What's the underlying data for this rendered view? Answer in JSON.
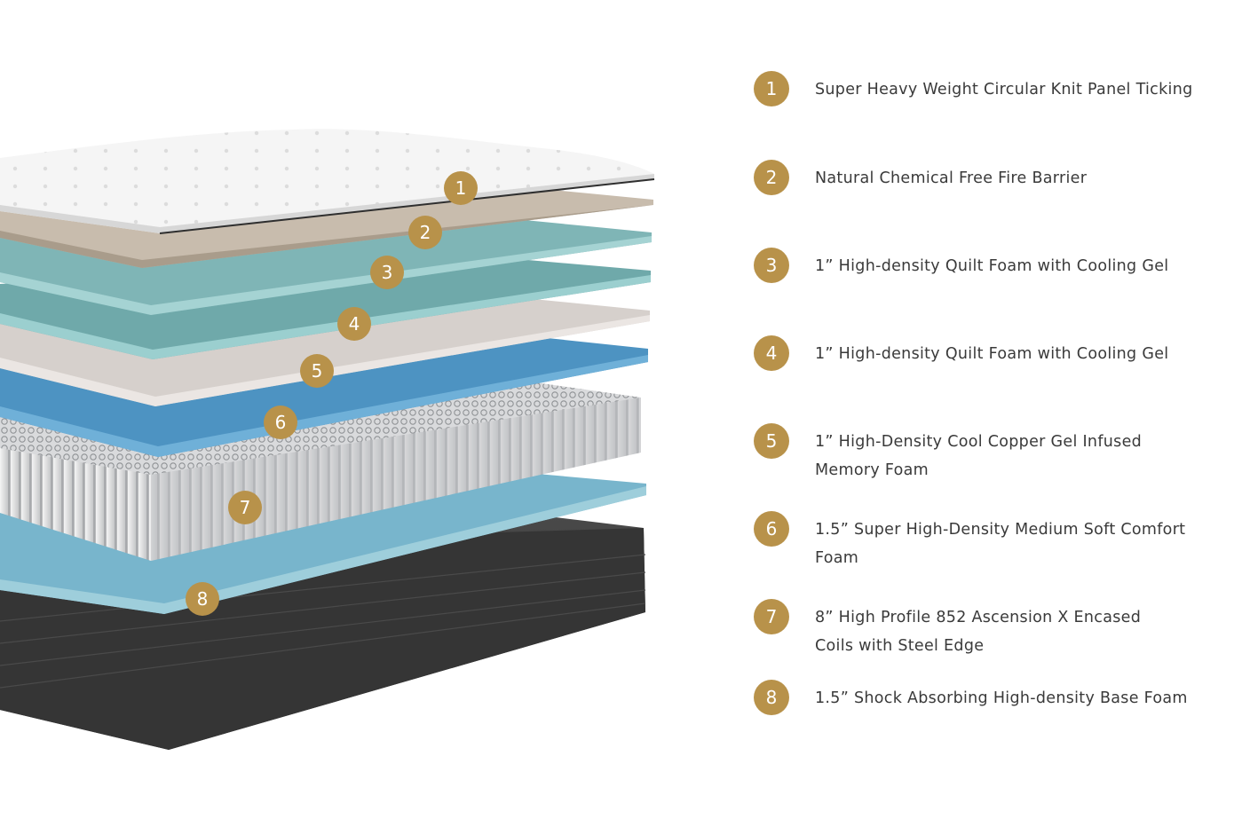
{
  "colors": {
    "badge": "#b8924a",
    "badge_text": "#ffffff",
    "label_text": "#3a3a3a",
    "ticking": "#f2f2f2",
    "fire_barrier": "#c8bcad",
    "cooling_gel_foam": "#7fb5b6",
    "copper_gel_foam": "#d6d0cc",
    "comfort_foam": "#4d93c2",
    "coils": "#a6a8ab",
    "base_foam": "#78b5cc",
    "foundation": "#3a3a3a"
  },
  "layers": [
    {
      "number": "1",
      "label": "Super Heavy Weight Circular Knit Panel Ticking"
    },
    {
      "number": "2",
      "label": "Natural Chemical Free Fire Barrier"
    },
    {
      "number": "3",
      "label": "1” High-density Quilt Foam with Cooling Gel"
    },
    {
      "number": "4",
      "label": "1” High-density Quilt Foam with Cooling Gel"
    },
    {
      "number": "5",
      "label": "1” High-Density Cool Copper Gel Infused\nMemory Foam"
    },
    {
      "number": "6",
      "label": "1.5” Super High-Density Medium Soft Comfort Foam"
    },
    {
      "number": "7",
      "label": "8” High Profile 852 Ascension X Encased\nCoils with Steel Edge"
    },
    {
      "number": "8",
      "label": "1.5” Shock Absorbing High-density Base Foam"
    }
  ]
}
